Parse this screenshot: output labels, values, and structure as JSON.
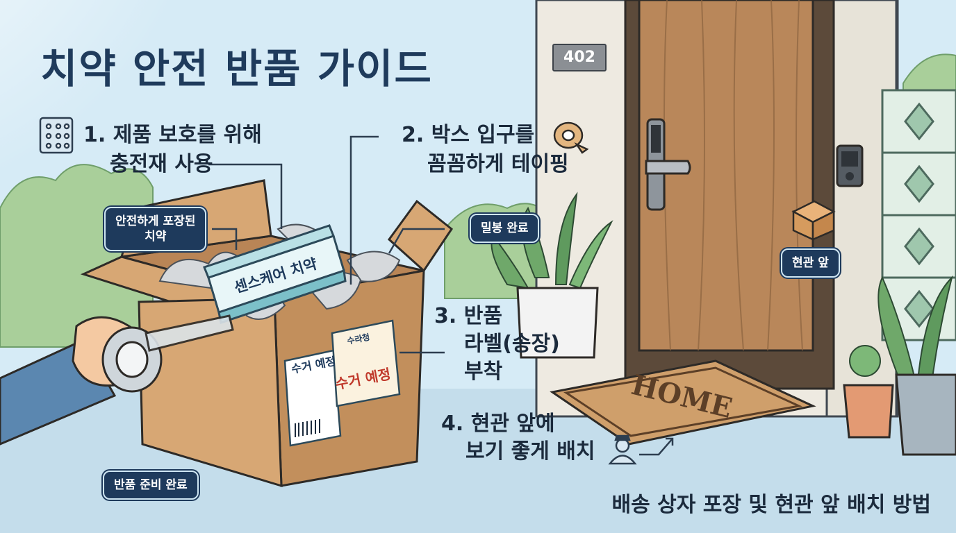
{
  "title": "치약 안전 반품 가이드",
  "steps": {
    "step1_line1": "1. 제품 보호를 위해",
    "step1_line2": "충전재 사용",
    "step2_line1": "2. 박스 입구를",
    "step2_line2": "꼼꼼하게 테이핑",
    "step3_line1": "3. 반품",
    "step3_line2": "라벨(송장)",
    "step3_line3": "부착",
    "step4_line1": "4. 현관 앞에",
    "step4_line2": "보기 좋게 배치"
  },
  "chips": {
    "packed_line1": "안전하게 포장된",
    "packed_line2": "치약",
    "sealed": "밀봉 완료",
    "front_door": "현관 앞",
    "ready": "반품 준비 완료"
  },
  "door_number": "402",
  "mat_text": "HOME",
  "product_name": "센스케어 치약",
  "label_left": "수거 예정",
  "label_right_small": "수라청",
  "label_right_big": "수거 예정",
  "footer": "배송 상자 포장 및 현관 앞 배치 방법",
  "icons": [
    "bubble-wrap-icon",
    "tape-roll-icon",
    "box-icon",
    "delivery-person-icon",
    "arrow-icon"
  ]
}
